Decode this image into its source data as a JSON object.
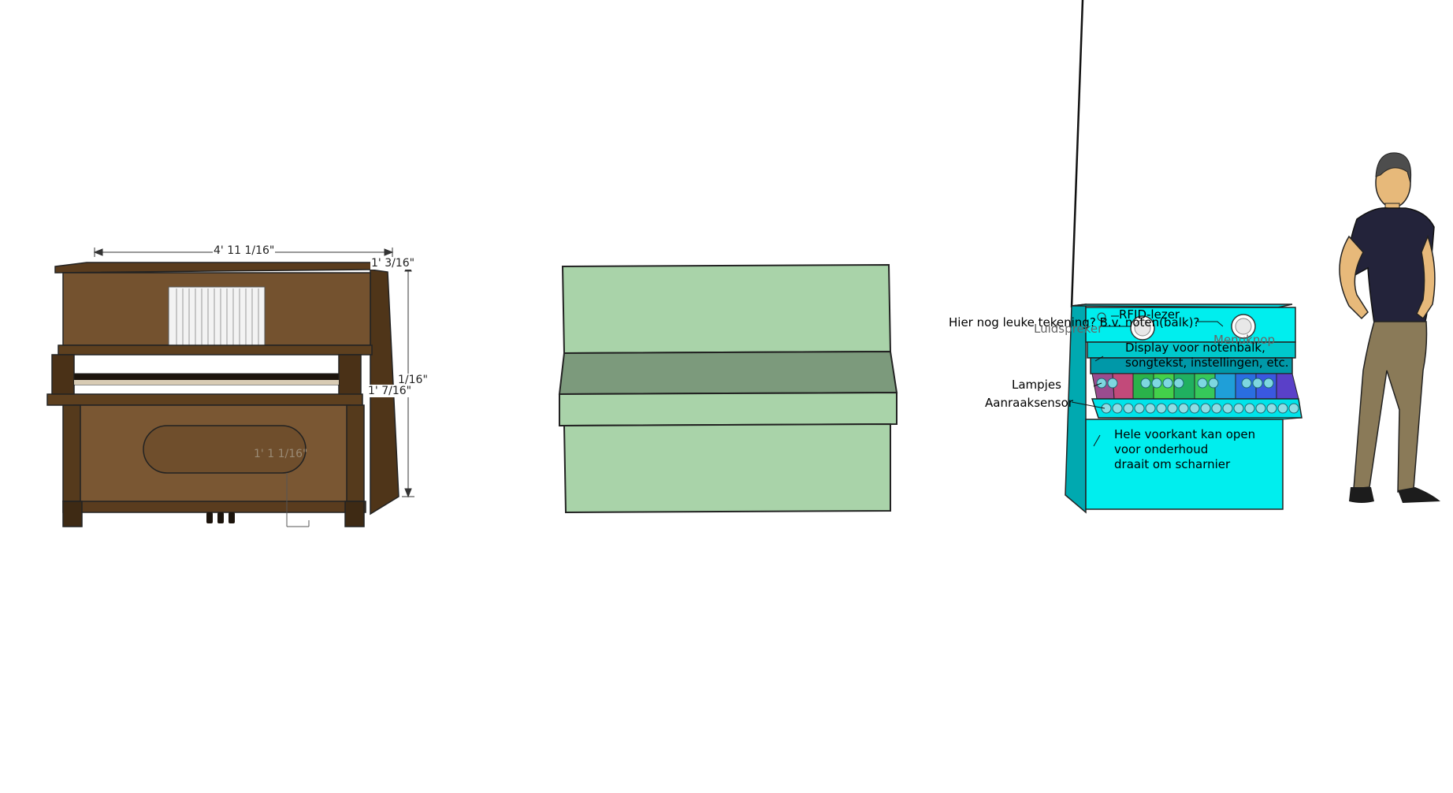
{
  "piano": {
    "width_dimension": "4' 11 1/16\"",
    "depth_dimension": "1' 3/16\"",
    "height_dimension": "1/16\"",
    "keyboard_dimension": "1' 7/16\"",
    "panel_dimension": "1' 1 1/16\""
  },
  "device_labels": {
    "rfid_reader": "RFID-lezer",
    "drawing_note": "Hier nog leuke tekening? B.v. noten(balk)?",
    "speaker": "Luidspreker",
    "menu_knob": "Menuknop",
    "display_lines": [
      "Display voor notenbalk,",
      "songtekst, instellingen, etc."
    ],
    "lamps": "Lampjes",
    "touch_sensor": "Aanraaksensor",
    "front_lines": [
      "Hele voorkant kan open",
      "voor onderhoud",
      "draait om scharnier"
    ]
  },
  "colors": {
    "piano_wood": "#6b4a2a",
    "bench_green": "#a9d3a9",
    "device_cyan": "#00eeee",
    "person_shirt": "#23233a",
    "person_pants": "#8a7a58"
  }
}
